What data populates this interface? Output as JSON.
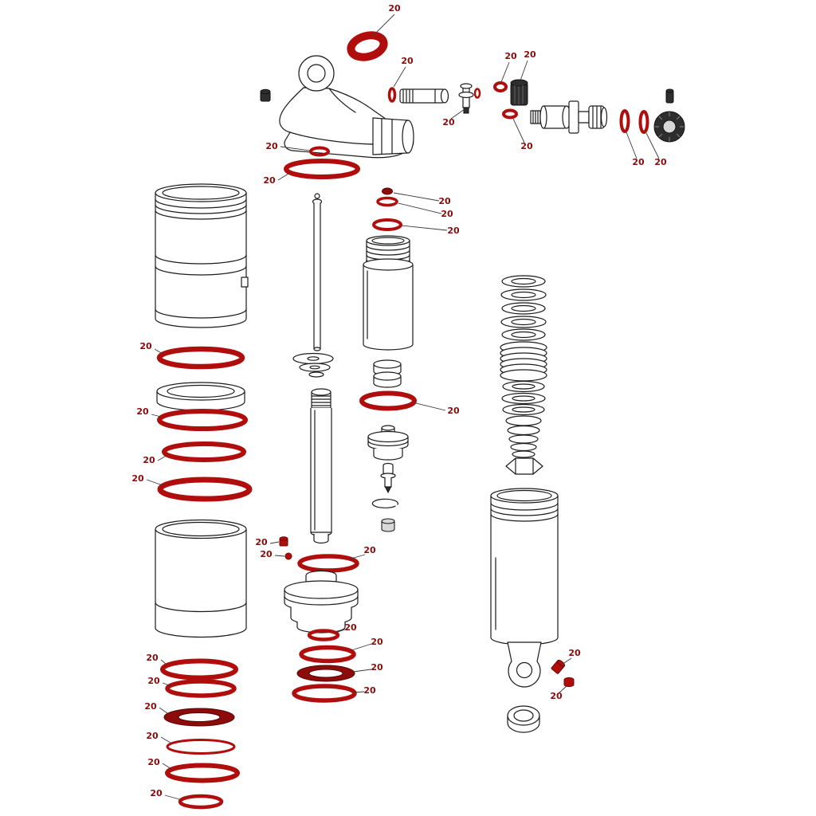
{
  "diagram": {
    "kind": "exploded-parts-diagram",
    "description": "Rear shock absorber exploded service-parts view with highlighted seal kit items",
    "part_number_label": "20",
    "callout_count": 33,
    "colors": {
      "highlight": "#b00d0d",
      "highlight-dark": "#8c0b0b",
      "line": "#1b1b1b",
      "label": "#8b0b0b",
      "background": "#ffffff"
    },
    "parts": [
      "mounting-eyelet-assembly",
      "collar-seal-ring",
      "set-screw",
      "air-valve-shaft",
      "valve-core",
      "adjuster-knob-small",
      "compression-valve-assembly",
      "side-o-rings",
      "rebound-adjuster-knob",
      "set-pin",
      "eyelet-o-rings",
      "upper-air-can",
      "air-shaft-rod",
      "ifp-damper-body",
      "washer-stack",
      "volume-spacers",
      "main-piston-o-ring",
      "piston-assembly",
      "rebound-valve",
      "circlip",
      "bottom-out-bumper",
      "damper-shaft",
      "can-o-rings",
      "spacer-ring",
      "lower-air-can",
      "seal-head-assembly",
      "seal-head-o-rings",
      "wave-spring-stack",
      "shim-stack",
      "jam-nut",
      "shock-body",
      "body-eyelet",
      "mounting-bolt",
      "mounting-nut",
      "eyelet-bushing"
    ]
  }
}
